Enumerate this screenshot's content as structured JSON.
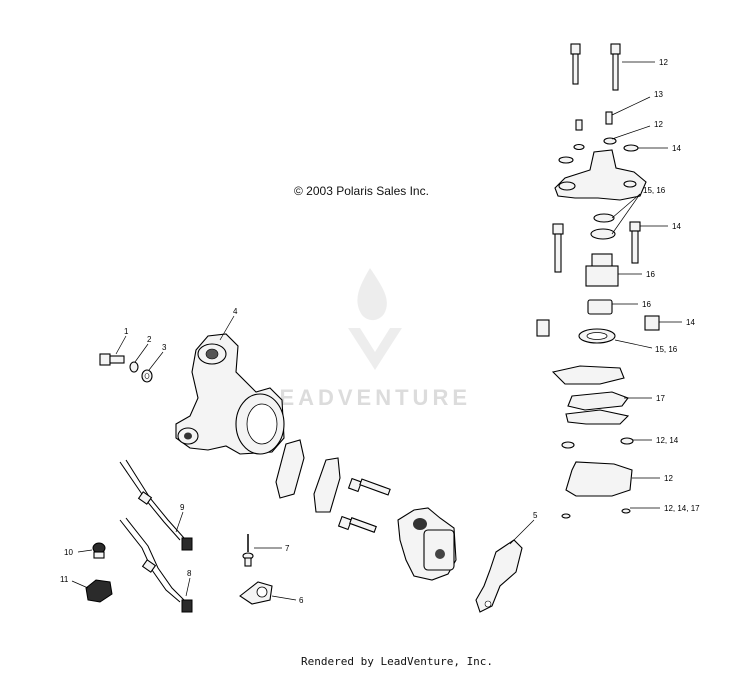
{
  "copyright": "© 2003 Polaris Sales Inc.",
  "watermark": "LEADVENTURE",
  "footer": "Rendered by LeadVenture, Inc.",
  "callouts": {
    "c1": "1",
    "c2": "2",
    "c3": "3",
    "c4": "4",
    "c5": "5",
    "c6": "6",
    "c7": "7",
    "c8": "8",
    "c9": "9",
    "c10": "10",
    "c11": "11",
    "r12a": "12",
    "r13": "13",
    "r12b": "12",
    "r14a": "14",
    "r1516a": "15,  16",
    "r14b": "14",
    "r16a": "16",
    "r16b": "16",
    "r14c": "14",
    "r1516b": "15,   16",
    "r17": "17",
    "r1214": "12,  14",
    "r12c": "12",
    "r121417": "12,   14,  17"
  }
}
